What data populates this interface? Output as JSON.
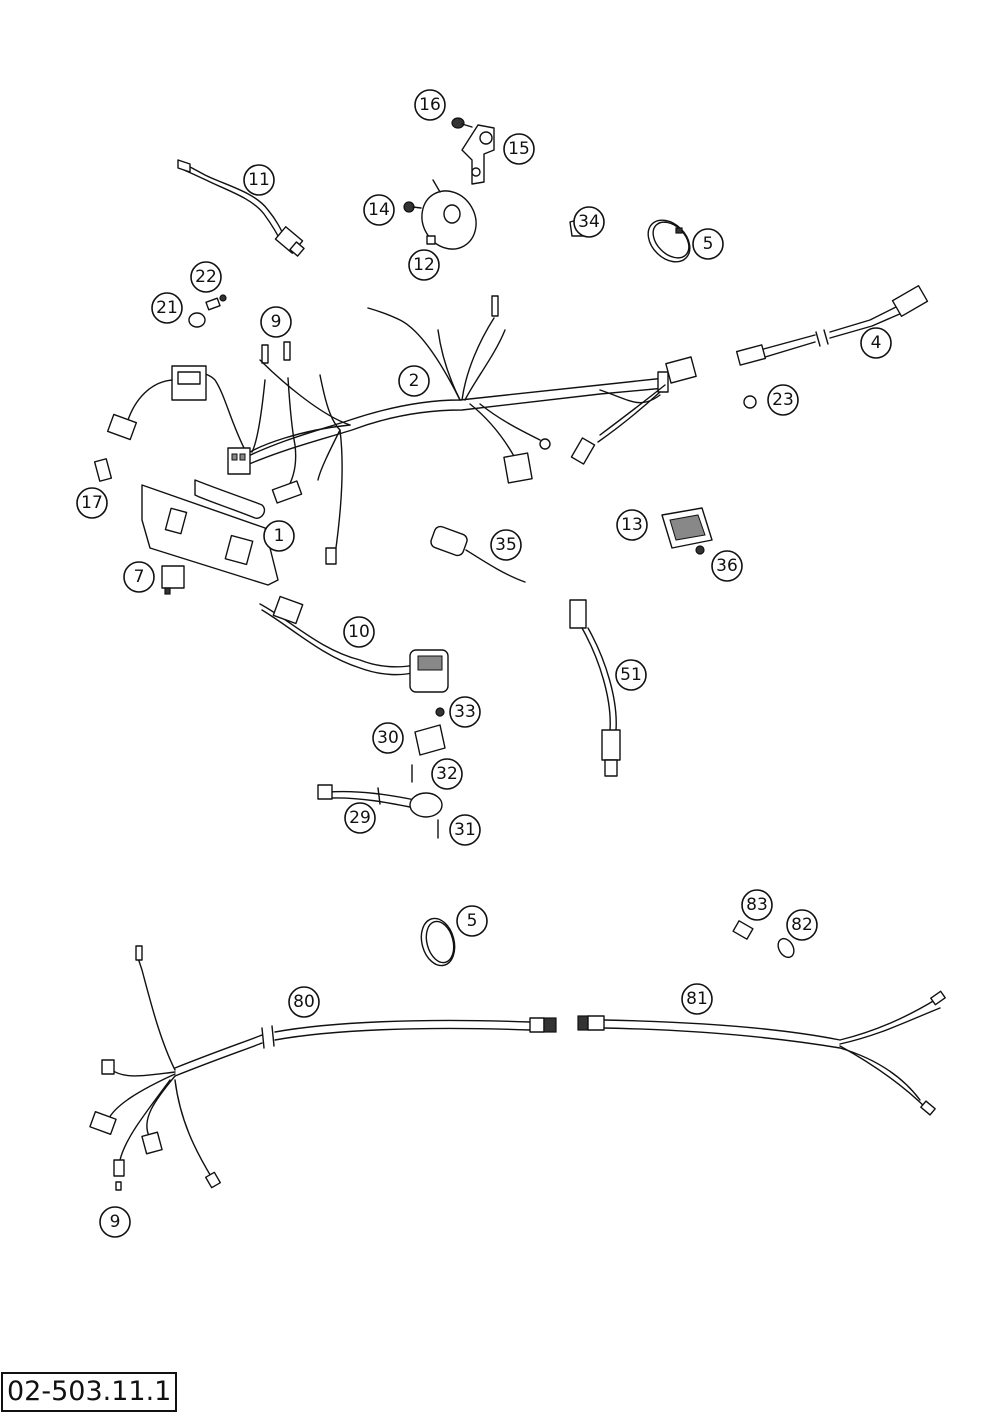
{
  "drawing_number": "02-503.11.1",
  "callouts": [
    "16",
    "15",
    "11",
    "14",
    "12",
    "34",
    "5",
    "22",
    "21",
    "9",
    "2",
    "4",
    "23",
    "17",
    "1",
    "13",
    "35",
    "36",
    "7",
    "10",
    "51",
    "33",
    "30",
    "32",
    "29",
    "31",
    "5",
    "83",
    "82",
    "80",
    "81",
    "9"
  ]
}
